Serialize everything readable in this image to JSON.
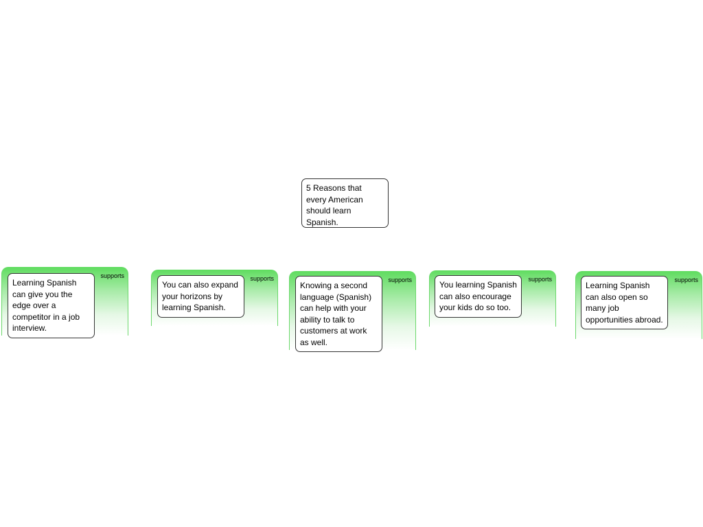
{
  "main_topic": {
    "text": "5 Reasons that every American should learn Spanish."
  },
  "supports": [
    {
      "label": "supports",
      "text": "Learning Spanish can give you the edge over a competitor in a job interview."
    },
    {
      "label": "supports",
      "text": "You can also expand your horizons by learning Spanish."
    },
    {
      "label": "supports",
      "text": "Knowing a second language (Spanish) can help with your ability to talk to customers at work as well."
    },
    {
      "label": "supports",
      "text": "You learning Spanish can also encourage your kids do so too."
    },
    {
      "label": "supports",
      "text": "Learning Spanish can also open so many job opportunities abroad."
    }
  ],
  "colors": {
    "support_gradient_top": "#5fdc5f",
    "support_gradient_bottom": "#ffffff",
    "node_border": "#333333"
  }
}
